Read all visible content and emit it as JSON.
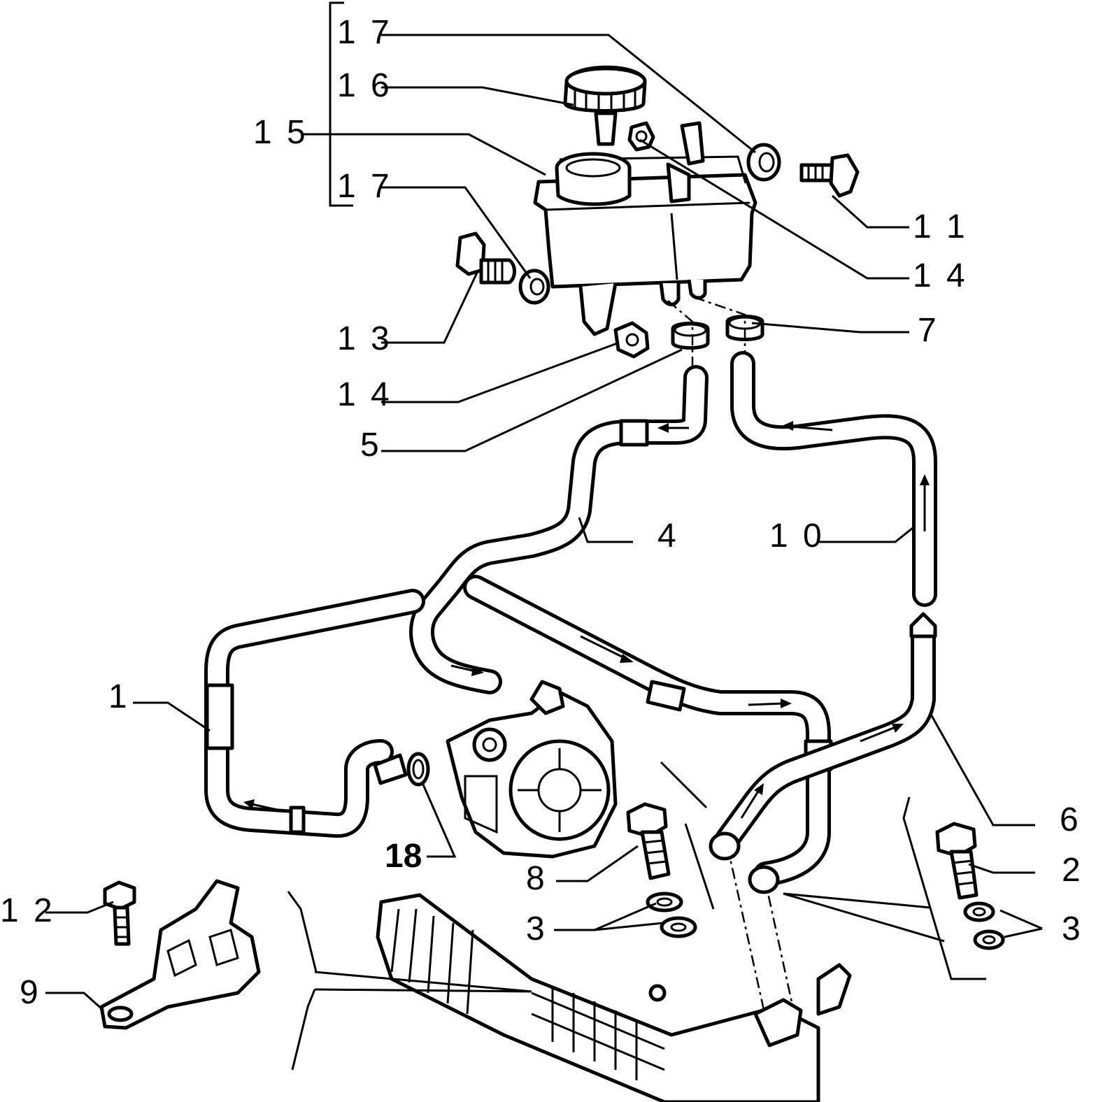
{
  "callouts": {
    "c1": "1",
    "c2": "2",
    "c3a": "3",
    "c3b": "3",
    "c4": "4",
    "c5": "5",
    "c6": "6",
    "c7": "7",
    "c8": "8",
    "c9": "9",
    "c10": "1 0",
    "c11": "1 1",
    "c12": "1 2",
    "c13": "1 3",
    "c14a": "1 4",
    "c14b": "1 4",
    "c15": "1 5",
    "c16": "1 6",
    "c17a": "1 7",
    "c17b": "1 7",
    "c18": "18"
  }
}
